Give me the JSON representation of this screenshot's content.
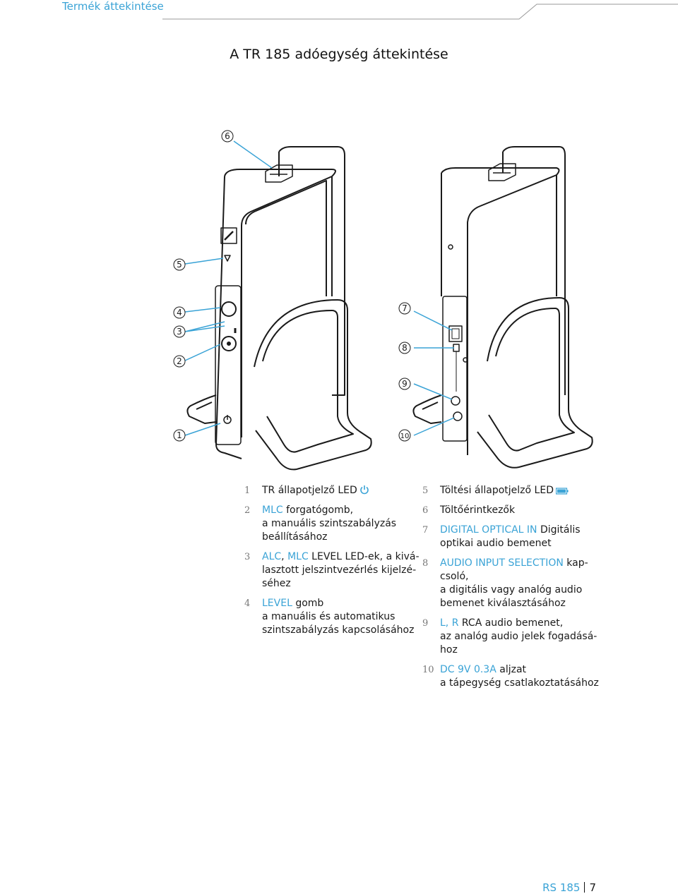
{
  "header": {
    "section_label": "Termék áttekintése"
  },
  "page_title": "A TR 185 adóegység áttekintése",
  "callouts": [
    "1",
    "2",
    "3",
    "4",
    "5",
    "6",
    "7",
    "8",
    "9",
    "10"
  ],
  "legend_left": [
    {
      "num": "1",
      "segments": [
        {
          "t": "TR állapotjelző LED",
          "blue": false
        }
      ],
      "icon": "power-icon"
    },
    {
      "num": "2",
      "lines": [
        [
          {
            "t": "MLC",
            "blue": true
          },
          {
            "t": " forgatógomb,",
            "blue": false
          }
        ],
        [
          {
            "t": "a manuális szintszabályzás",
            "blue": false
          }
        ],
        [
          {
            "t": "beállításához",
            "blue": false
          }
        ]
      ]
    },
    {
      "num": "3",
      "lines": [
        [
          {
            "t": "ALC",
            "blue": true
          },
          {
            "t": ", ",
            "blue": false
          },
          {
            "t": "MLC",
            "blue": true
          },
          {
            "t": " LEVEL LED-ek, a kivá-",
            "blue": false
          }
        ],
        [
          {
            "t": "lasztott jelszintvezérlés kijelzé-",
            "blue": false
          }
        ],
        [
          {
            "t": "séhez",
            "blue": false
          }
        ]
      ]
    },
    {
      "num": "4",
      "lines": [
        [
          {
            "t": "LEVEL",
            "blue": true
          },
          {
            "t": " gomb",
            "blue": false
          }
        ],
        [
          {
            "t": "a manuális és automatikus",
            "blue": false
          }
        ],
        [
          {
            "t": "szintszabályzás kapcsolásához",
            "blue": false
          }
        ]
      ]
    }
  ],
  "legend_right": [
    {
      "num": "5",
      "lines": [
        [
          {
            "t": "Töltési állapotjelző LED",
            "blue": false
          }
        ]
      ],
      "icon": "battery-icon"
    },
    {
      "num": "6",
      "lines": [
        [
          {
            "t": "Töltőérintkezők",
            "blue": false
          }
        ]
      ]
    },
    {
      "num": "7",
      "lines": [
        [
          {
            "t": "DIGITAL OPTICAL IN",
            "blue": true
          },
          {
            "t": " Digitális",
            "blue": false
          }
        ],
        [
          {
            "t": "optikai audio bemenet",
            "blue": false
          }
        ]
      ]
    },
    {
      "num": "8",
      "lines": [
        [
          {
            "t": "AUDIO INPUT SELECTION",
            "blue": true
          },
          {
            "t": " kap-",
            "blue": false
          }
        ],
        [
          {
            "t": "csoló,",
            "blue": false
          }
        ],
        [
          {
            "t": "a digitális vagy analóg audio",
            "blue": false
          }
        ],
        [
          {
            "t": "bemenet kiválasztásához",
            "blue": false
          }
        ]
      ]
    },
    {
      "num": "9",
      "lines": [
        [
          {
            "t": "L, R",
            "blue": true
          },
          {
            "t": " RCA audio bemenet,",
            "blue": false
          }
        ],
        [
          {
            "t": "az analóg audio jelek fogadásá-",
            "blue": false
          }
        ],
        [
          {
            "t": "hoz",
            "blue": false
          }
        ]
      ]
    },
    {
      "num": "10",
      "lines": [
        [
          {
            "t": "DC 9V 0.3A",
            "blue": true
          },
          {
            "t": " aljzat",
            "blue": false
          }
        ],
        [
          {
            "t": "a tápegység csatlakoztatásához",
            "blue": false
          }
        ]
      ]
    }
  ],
  "footer": {
    "brand": "RS 185",
    "page": "7"
  },
  "colors": {
    "accent": "#3aa3d6",
    "text": "#1a1a1a"
  }
}
